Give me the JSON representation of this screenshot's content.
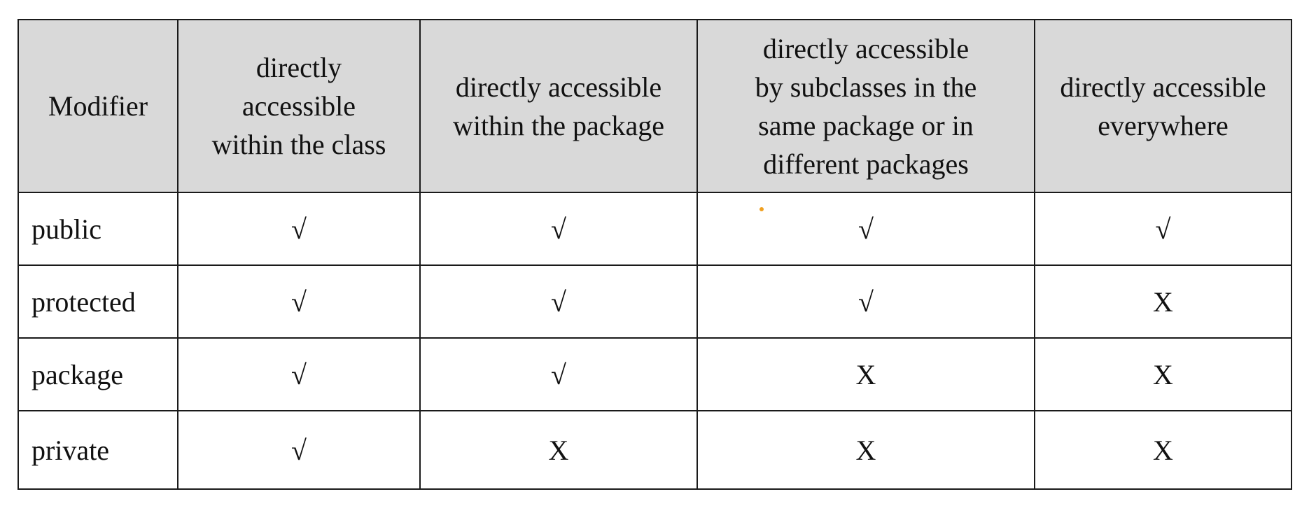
{
  "table": {
    "headers": [
      [
        "Modifier"
      ],
      [
        "directly",
        "accessible",
        "within the class"
      ],
      [
        "directly accessible",
        "within the package"
      ],
      [
        "directly accessible",
        "by subclasses in the",
        "same package or in",
        "different packages"
      ],
      [
        "directly accessible",
        "everywhere"
      ]
    ],
    "rows": [
      {
        "modifier": "public",
        "cells": [
          "√",
          "√",
          "√",
          "√"
        ]
      },
      {
        "modifier": "protected",
        "cells": [
          "√",
          "√",
          "√",
          "X"
        ]
      },
      {
        "modifier": "package",
        "cells": [
          "√",
          "√",
          "X",
          "X"
        ]
      },
      {
        "modifier": "private",
        "cells": [
          "√",
          "X",
          "X",
          "X"
        ]
      }
    ]
  },
  "colors": {
    "header_bg": "#d9d9d9",
    "border": "#1a1a1a",
    "marker": "#f0a020"
  }
}
